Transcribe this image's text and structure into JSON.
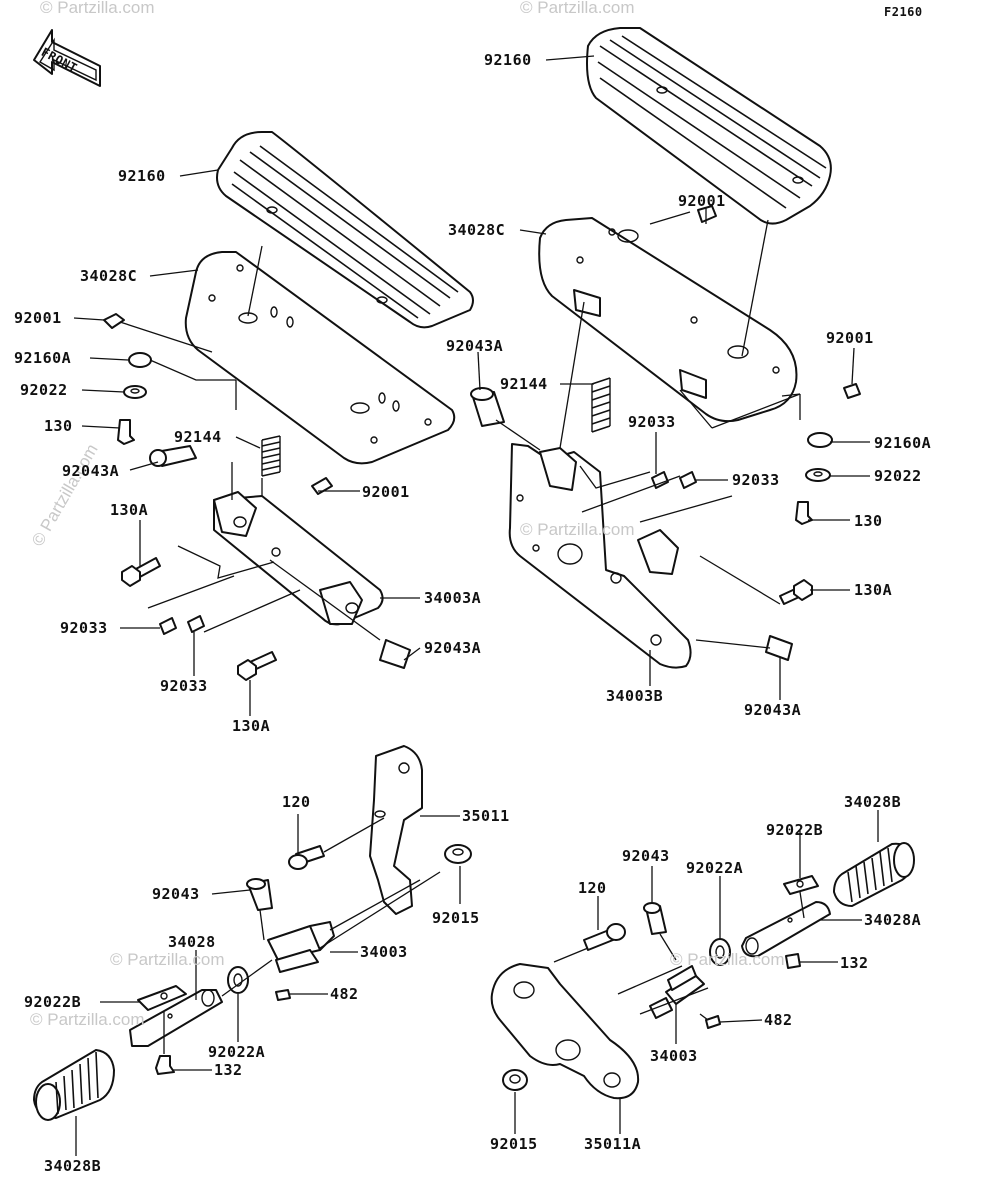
{
  "figure_code": "F2160",
  "direction_badge": {
    "text": "FRONT",
    "icon": "front-arrow-icon"
  },
  "watermarks": [
    "© Partzilla.com",
    "© Partzilla.com",
    "© Partzilla.com",
    "© Partzilla.com",
    "© Partzilla.com",
    "© Partzilla.com",
    "© Partzilla.com"
  ],
  "callouts": {
    "left_board": {
      "floorboard_pad": "92160",
      "board": "34028C",
      "bolt_top": "92001",
      "damper": "92160A",
      "washer": "92022",
      "bolt_130": "130",
      "spring": "92144",
      "pin_upper": "92043A",
      "bolt_130a_upper": "130A",
      "bolt_lower": "92001",
      "bracket": "34003A",
      "clip_a": "92033",
      "clip_b": "92033",
      "pin_lower": "92043A",
      "bolt_130a_lower": "130A"
    },
    "right_board": {
      "floorboard_pad": "92160",
      "bolt_top": "92001",
      "board": "34028C",
      "pin": "92043A",
      "spring": "92144",
      "clip_a": "92033",
      "clip_b": "92033",
      "bolt_side": "92001",
      "damper": "92160A",
      "washer": "92022",
      "bolt_130": "130",
      "bolt_130a": "130A",
      "bracket": "34003B",
      "pin_lower": "92043A"
    },
    "left_peg": {
      "bolt": "120",
      "bracket": "35011",
      "pin": "92043",
      "collar": "92015",
      "holder": "34003",
      "footpeg": "34028",
      "cotter": "482",
      "plate": "92022B",
      "washer": "92022A",
      "bolt_132": "132",
      "rubber": "34028B"
    },
    "right_peg": {
      "rubber": "34028B",
      "plate": "92022B",
      "pin": "92043",
      "bolt": "120",
      "washer": "92022A",
      "footpeg": "34028A",
      "bolt_132": "132",
      "cotter": "482",
      "holder": "34003",
      "collar": "92015",
      "bracket": "35011A"
    }
  }
}
